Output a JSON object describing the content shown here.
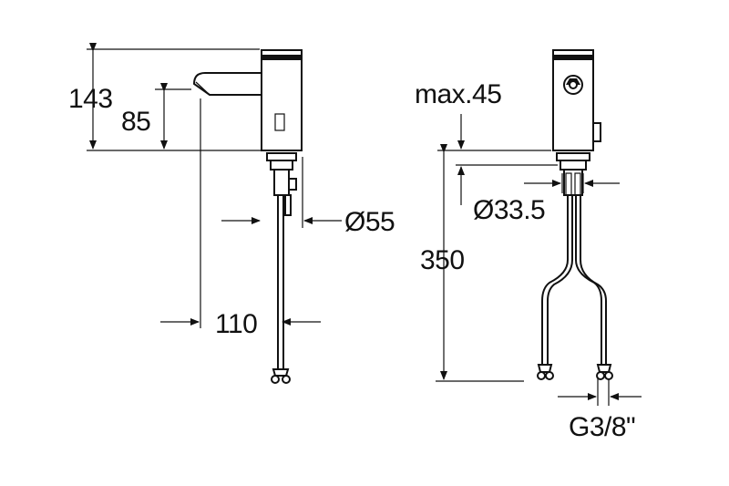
{
  "dimensions": {
    "height_total": "143",
    "height_spout": "85",
    "diameter_body": "Ø55",
    "reach": "110",
    "max_deck": "max.45",
    "diameter_hole": "Ø33.5",
    "hose_length": "350",
    "connection": "G3/8\""
  }
}
